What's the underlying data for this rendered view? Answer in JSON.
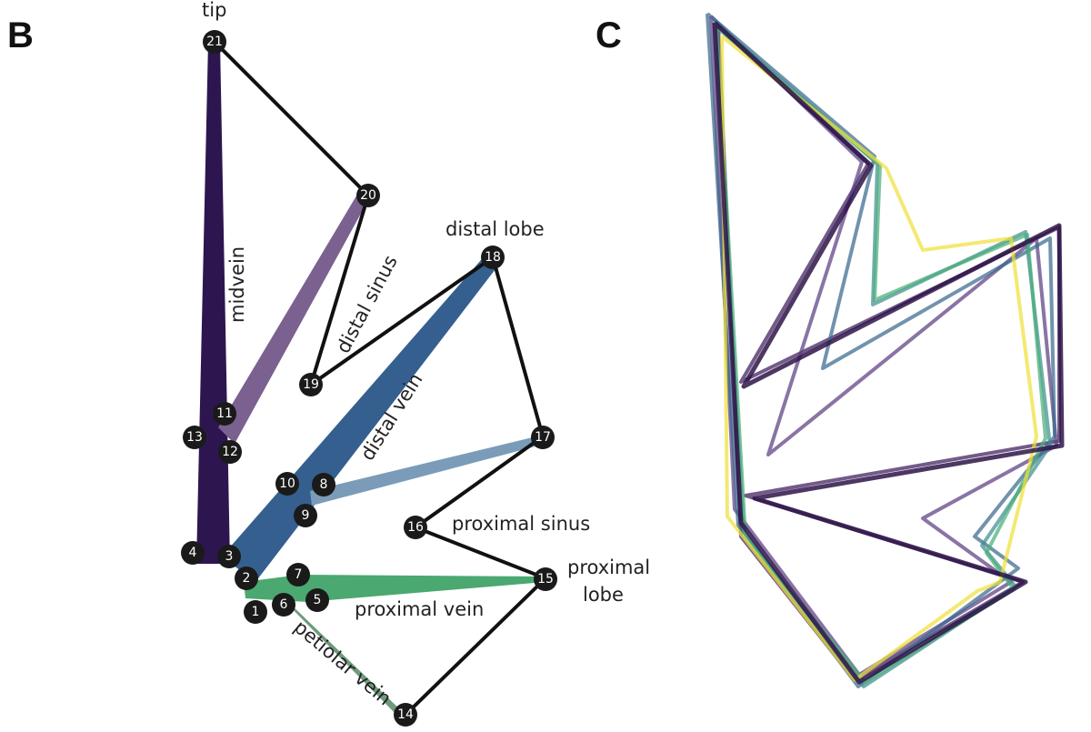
{
  "panels": {
    "b": {
      "letter": "B"
    },
    "c": {
      "letter": "C"
    }
  },
  "labels": {
    "tip": "tip",
    "midvein": "midvein",
    "distal_sinus": "distal sinus",
    "distal_lobe": "distal lobe",
    "distal_vein": "distal vein",
    "proximal_sinus": "proximal sinus",
    "proximal_lobe_1": "proximal",
    "proximal_lobe_2": "lobe",
    "proximal_vein": "proximal vein",
    "petiolar_vein": "petiolar vein"
  },
  "landmarks": [
    "1",
    "2",
    "3",
    "4",
    "5",
    "6",
    "7",
    "8",
    "9",
    "10",
    "11",
    "12",
    "13",
    "14",
    "15",
    "16",
    "17",
    "18",
    "19",
    "20",
    "21"
  ],
  "colors": {
    "midvein": "#2d1650",
    "distal_vein_upper": "#355f8e",
    "distal_vein_lower": "#7b9cb8",
    "midvein_branch": "#7a6190",
    "proximal_vein": "#4aa870",
    "petiolar_vein": "#6e9a7e",
    "outline": "#111111",
    "landmark": "#1a1a1a",
    "overlay_palette": [
      "#3b1a5c",
      "#5b3f82",
      "#3a6a8e",
      "#3f8f8f",
      "#4cae7c",
      "#f0e03a"
    ]
  }
}
